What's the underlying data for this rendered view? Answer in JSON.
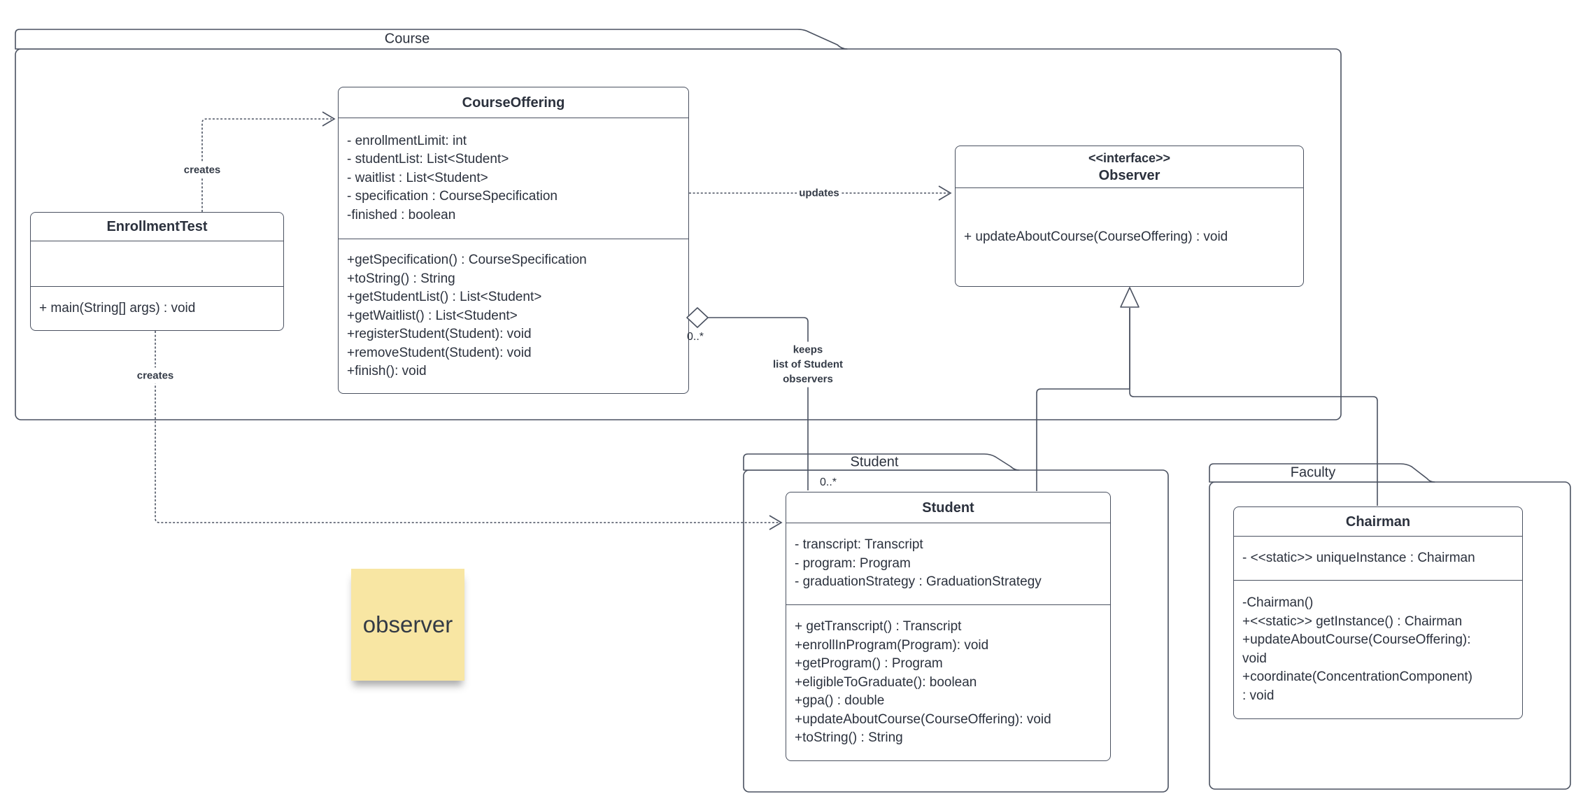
{
  "colors": {
    "line": "#4a5160",
    "text": "#2b313d",
    "label": "#343b47",
    "bg": "#ffffff",
    "note-fill": "#f8e6a3"
  },
  "packages": {
    "course": {
      "label": "Course"
    },
    "student": {
      "label": "Student"
    },
    "faculty": {
      "label": "Faculty"
    }
  },
  "classes": {
    "courseOffering": {
      "title": "CourseOffering",
      "attributes": [
        "- enrollmentLimit: int",
        "- studentList: List<Student>",
        "- waitlist : List<Student>",
        "- specification : CourseSpecification",
        "-finished : boolean"
      ],
      "methods": [
        "+getSpecification() : CourseSpecification",
        "+toString() : String",
        "+getStudentList() : List<Student>",
        "+getWaitlist() : List<Student>",
        "+registerStudent(Student): void",
        "+removeStudent(Student): void",
        "+finish(): void"
      ]
    },
    "enrollmentTest": {
      "title": "EnrollmentTest",
      "attributes": [],
      "methods": [
        "+ main(String[] args) : void"
      ]
    },
    "observer": {
      "stereotype": "<<interface>>",
      "title": "Observer",
      "methods": [
        "+ updateAboutCourse(CourseOffering) : void"
      ]
    },
    "student": {
      "title": "Student",
      "attributes": [
        "- transcript: Transcript",
        "- program: Program",
        "- graduationStrategy : GraduationStrategy"
      ],
      "methods": [
        "+ getTranscript() : Transcript",
        "+enrollInProgram(Program): void",
        "+getProgram() : Program",
        "+eligibleToGraduate(): boolean",
        "+gpa() : double",
        "+updateAboutCourse(CourseOffering): void",
        "+toString() : String"
      ]
    },
    "chairman": {
      "title": "Chairman",
      "attributes": [
        "- <<static>> uniqueInstance : Chairman"
      ],
      "methods": [
        "-Chairman()",
        "+<<static>> getInstance() : Chairman",
        "+updateAboutCourse(CourseOffering):",
        "void",
        "+coordinate(ConcentrationComponent)",
        ": void"
      ]
    }
  },
  "edges": {
    "createsTop": {
      "label": "creates"
    },
    "createsBottom": {
      "label": "creates"
    },
    "updates": {
      "label": "updates"
    },
    "aggregation": {
      "source_multiplicity": "0..*",
      "target_multiplicity": "0..*",
      "label_lines": [
        "keeps",
        "list of Student",
        "observers"
      ]
    }
  },
  "note": {
    "text": "observer"
  }
}
